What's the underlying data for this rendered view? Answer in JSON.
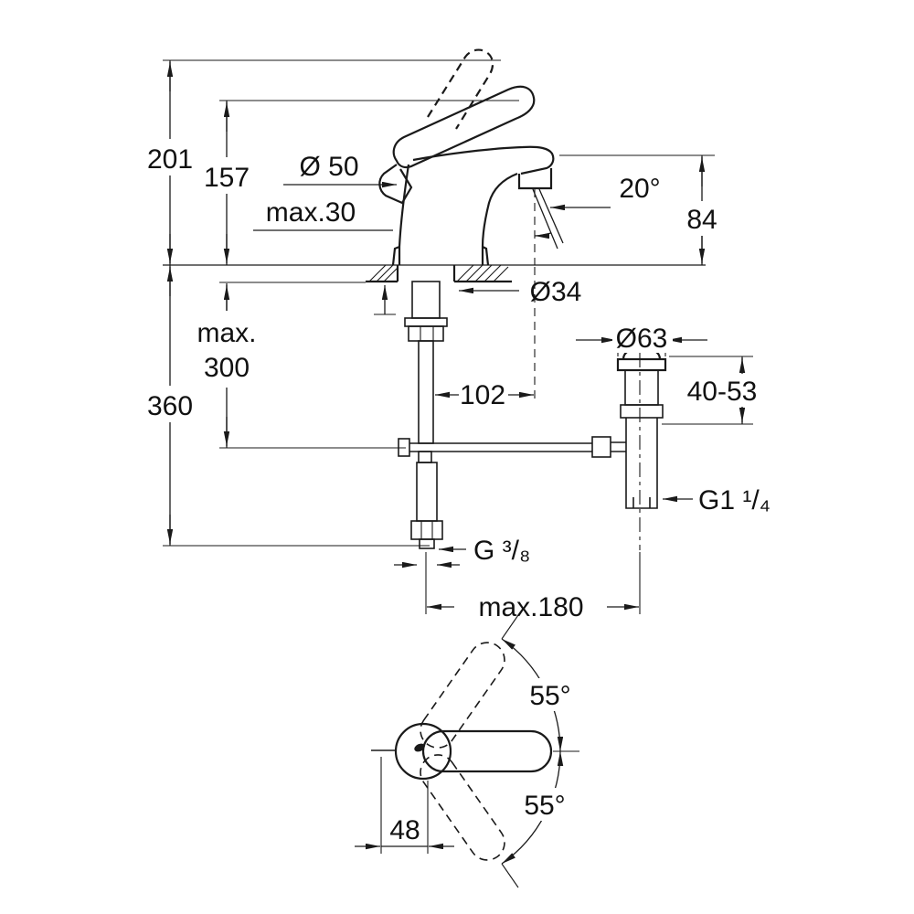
{
  "page": {
    "background": "#ffffff",
    "line_color": "#1a1a1a"
  },
  "front_view": {
    "dim_201": "201",
    "dim_157": "157",
    "dim_dia50": "Ø 50",
    "dim_max30": "max.30",
    "dim_angle20": "20°",
    "dim_84": "84",
    "dim_dia34": "Ø34",
    "dim_max300_line1": "max.",
    "dim_max300_line2": "300",
    "dim_360": "360",
    "dim_102": "102",
    "dim_dia63": "Ø63",
    "dim_40_53": "40-53",
    "thread_g114": "G1 ¹/₄",
    "thread_g38": "G ³/₈",
    "dim_max180": "max.180"
  },
  "bottom_view": {
    "angle_upper": "55°",
    "angle_lower": "55°",
    "dim_48": "48"
  }
}
